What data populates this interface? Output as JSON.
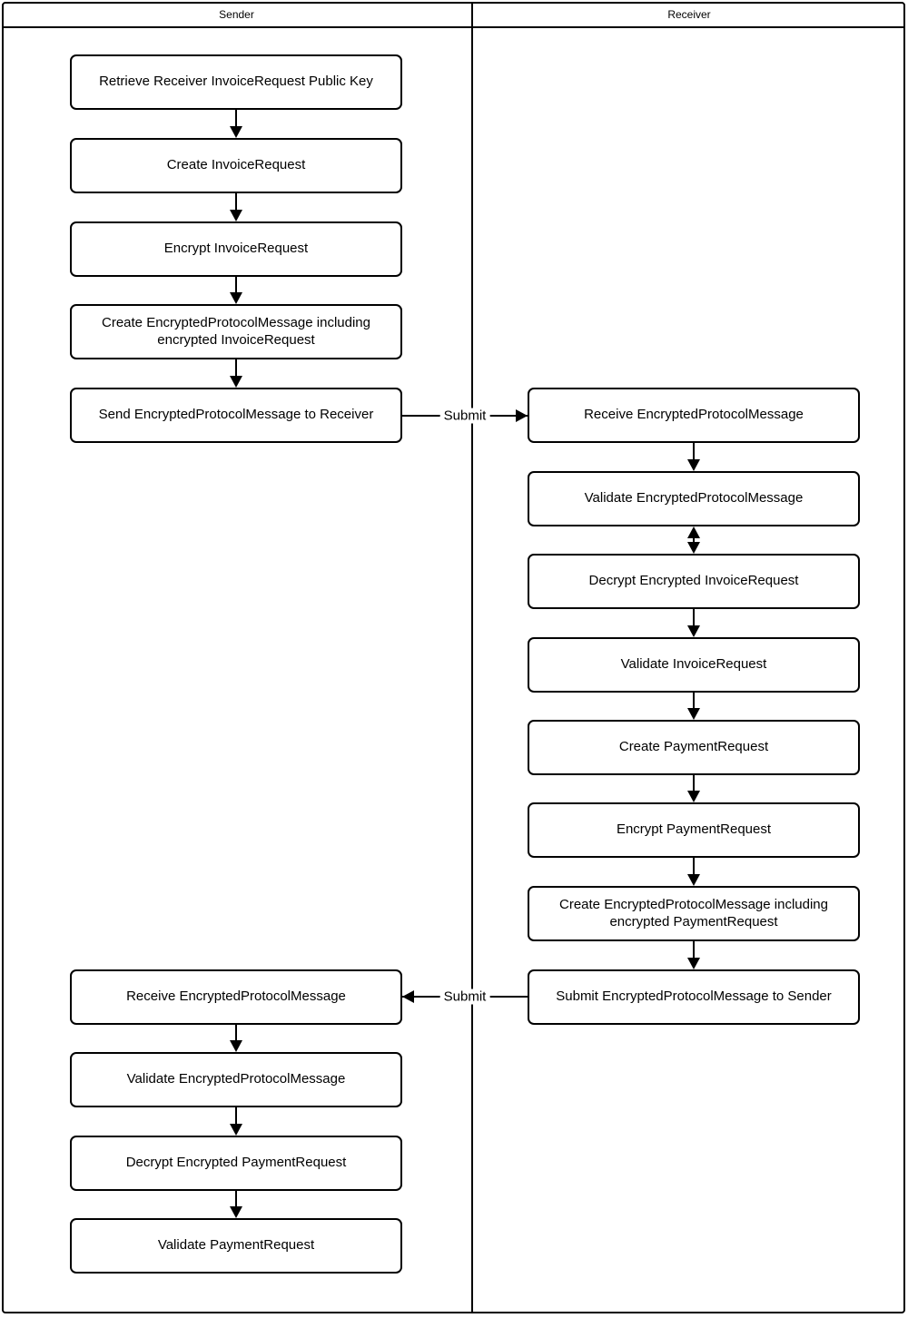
{
  "diagram": {
    "type": "swimlane-flowchart",
    "colors": {
      "stroke": "#000000",
      "fill": "#ffffff",
      "text": "#000000"
    }
  },
  "sender": {
    "label": "Sender",
    "steps": [
      "Retrieve Receiver InvoiceRequest Public Key",
      "Create InvoiceRequest",
      "Encrypt InvoiceRequest",
      "Create EncryptedProtocolMessage including encrypted InvoiceRequest",
      "Send EncryptedProtocolMessage to Receiver",
      "Receive EncryptedProtocolMessage",
      "Validate EncryptedProtocolMessage",
      "Decrypt Encrypted PaymentRequest",
      "Validate PaymentRequest"
    ]
  },
  "receiver": {
    "label": "Receiver",
    "steps": [
      "Receive EncryptedProtocolMessage",
      "Validate EncryptedProtocolMessage",
      "Decrypt Encrypted InvoiceRequest",
      "Validate InvoiceRequest",
      "Create PaymentRequest",
      "Encrypt PaymentRequest",
      "Create EncryptedProtocolMessage including encrypted PaymentRequest",
      "Submit EncryptedProtocolMessage to Sender"
    ]
  },
  "edges": {
    "sender_to_receiver_label": "Submit",
    "receiver_to_sender_label": "Submit"
  }
}
